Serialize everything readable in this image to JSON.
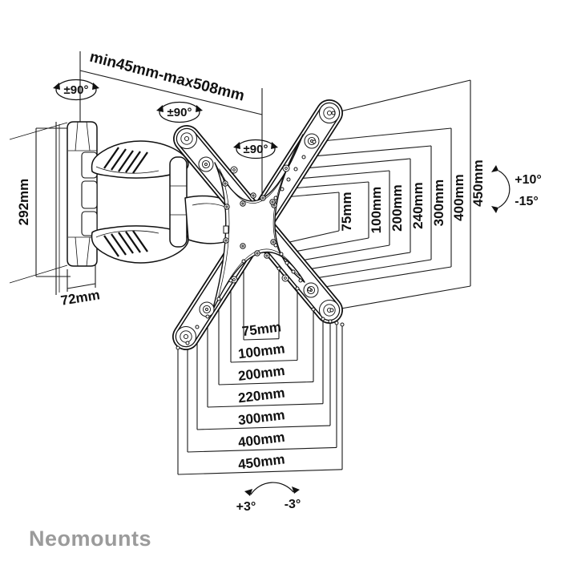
{
  "colors": {
    "line": "#111111",
    "dimension_line": "#1a1a1a",
    "brand_text": "#9b9b9b",
    "background": "#ffffff"
  },
  "brand": {
    "name": "Neomounts"
  },
  "dimensions": {
    "extension_range": "min45mm-max508mm",
    "wall_plate_height": "292mm",
    "wall_plate_width": "72mm"
  },
  "rotation": {
    "swivel_labels": [
      "±90°",
      "±90°",
      "±90°"
    ]
  },
  "tilt": {
    "up": "+10°",
    "down": "-15°"
  },
  "level_adjustment": {
    "clockwise": "+3°",
    "counterclockwise": "-3°"
  },
  "vesa": {
    "vertical_labels": [
      "75mm",
      "100mm",
      "200mm",
      "240mm",
      "300mm",
      "400mm",
      "450mm"
    ],
    "horizontal_labels": [
      "75mm",
      "100mm",
      "200mm",
      "220mm",
      "300mm",
      "400mm",
      "450mm"
    ]
  }
}
